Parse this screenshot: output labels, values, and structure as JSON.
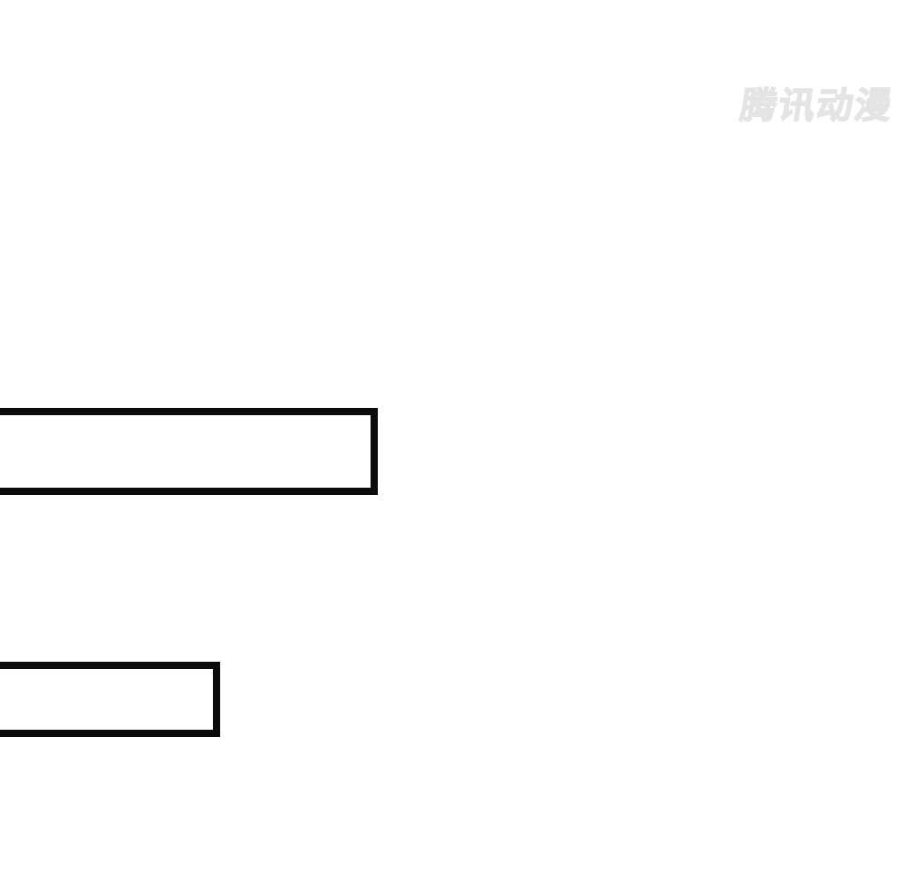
{
  "page": {
    "type": "comic-page",
    "background_color": "#ffffff"
  },
  "watermark": {
    "text": "腾讯动漫",
    "meaning": "Tencent Comics logo watermark",
    "color": "#e4e4e4"
  },
  "caption_boxes": [
    {
      "name": "large-caption-box",
      "text": "",
      "border_color": "#0b0b0b",
      "note": "empty rectangular caption box, bleeds off left edge"
    },
    {
      "name": "small-caption-box",
      "text": "",
      "border_color": "#0b0b0b",
      "note": "empty rectangular caption box, bleeds off left edge"
    }
  ]
}
